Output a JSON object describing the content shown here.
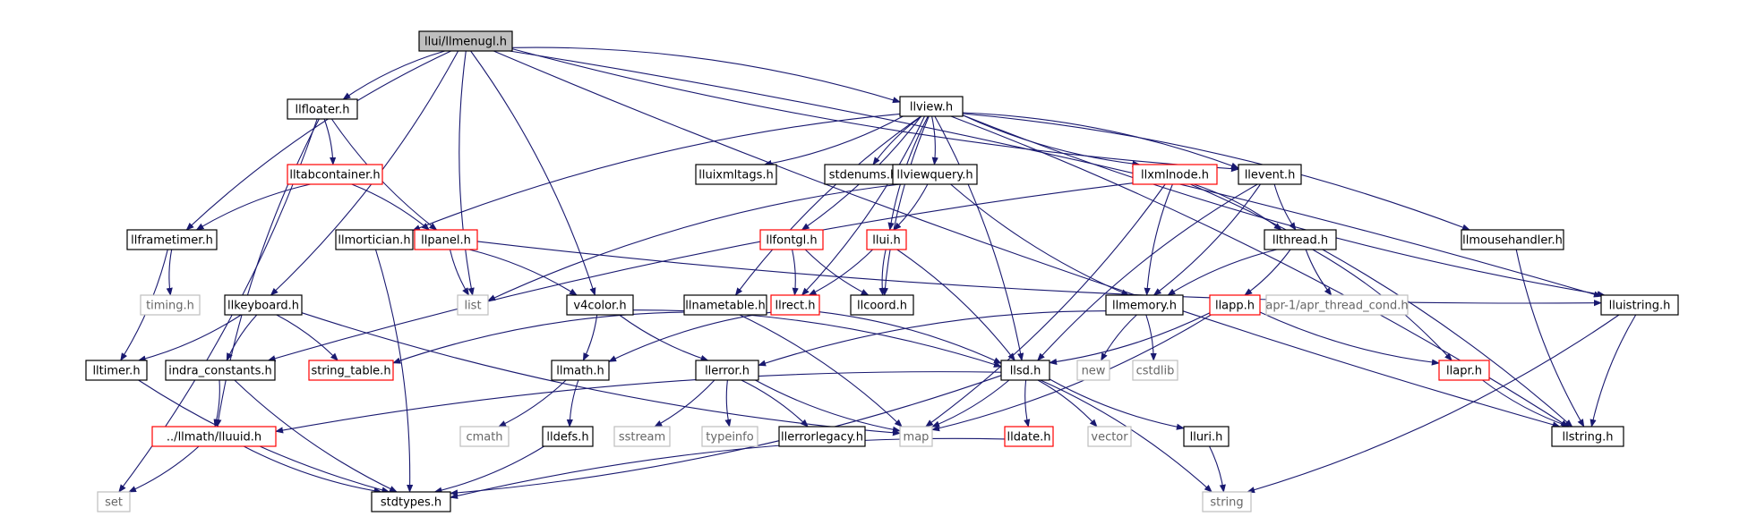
{
  "colors": {
    "edge": "#191970",
    "box_normal": "#000000",
    "box_red": "#ff0000",
    "box_external": "#bfbfbf",
    "root_fill": "#bfbfbf",
    "text_normal": "#000000",
    "text_external": "#666666"
  },
  "nodes": [
    {
      "id": "root",
      "label": "llui/llmenugl.h",
      "kind": "root"
    },
    {
      "id": "llfloater",
      "label": "llfloater.h",
      "kind": "normal"
    },
    {
      "id": "llview",
      "label": "llview.h",
      "kind": "normal"
    },
    {
      "id": "lltabcontainer",
      "label": "lltabcontainer.h",
      "kind": "red"
    },
    {
      "id": "llframetimer",
      "label": "llframetimer.h",
      "kind": "normal"
    },
    {
      "id": "lluixmltags",
      "label": "lluixmltags.h",
      "kind": "normal"
    },
    {
      "id": "stdenums",
      "label": "stdenums.h",
      "kind": "normal"
    },
    {
      "id": "llviewquery",
      "label": "llviewquery.h",
      "kind": "normal"
    },
    {
      "id": "llxmlnode",
      "label": "llxmlnode.h",
      "kind": "red"
    },
    {
      "id": "llevent",
      "label": "llevent.h",
      "kind": "normal"
    },
    {
      "id": "llmortician",
      "label": "llmortician.h",
      "kind": "normal"
    },
    {
      "id": "llpanel",
      "label": "llpanel.h",
      "kind": "red"
    },
    {
      "id": "llfontgl",
      "label": "llfontgl.h",
      "kind": "red"
    },
    {
      "id": "llui",
      "label": "llui.h",
      "kind": "red"
    },
    {
      "id": "llthread",
      "label": "llthread.h",
      "kind": "normal"
    },
    {
      "id": "llmousehandler",
      "label": "llmousehandler.h",
      "kind": "normal"
    },
    {
      "id": "timing",
      "label": "timing.h",
      "kind": "external"
    },
    {
      "id": "llkeyboard",
      "label": "llkeyboard.h",
      "kind": "normal"
    },
    {
      "id": "list",
      "label": "list",
      "kind": "external"
    },
    {
      "id": "v4color",
      "label": "v4color.h",
      "kind": "normal"
    },
    {
      "id": "llnametable",
      "label": "llnametable.h",
      "kind": "normal"
    },
    {
      "id": "llrect",
      "label": "llrect.h",
      "kind": "red"
    },
    {
      "id": "llcoord",
      "label": "llcoord.h",
      "kind": "normal"
    },
    {
      "id": "llmemory",
      "label": "llmemory.h",
      "kind": "normal"
    },
    {
      "id": "llapp",
      "label": "llapp.h",
      "kind": "red"
    },
    {
      "id": "apr_thread_cond",
      "label": "apr-1/apr_thread_cond.h",
      "kind": "external"
    },
    {
      "id": "lluistring",
      "label": "lluistring.h",
      "kind": "normal"
    },
    {
      "id": "lltimer",
      "label": "lltimer.h",
      "kind": "normal"
    },
    {
      "id": "indra_constants",
      "label": "indra_constants.h",
      "kind": "normal"
    },
    {
      "id": "string_table",
      "label": "string_table.h",
      "kind": "red"
    },
    {
      "id": "llmath",
      "label": "llmath.h",
      "kind": "normal"
    },
    {
      "id": "llerror",
      "label": "llerror.h",
      "kind": "normal"
    },
    {
      "id": "llsd",
      "label": "llsd.h",
      "kind": "normal"
    },
    {
      "id": "new",
      "label": "new",
      "kind": "external"
    },
    {
      "id": "cstdlib",
      "label": "cstdlib",
      "kind": "external"
    },
    {
      "id": "llapr",
      "label": "llapr.h",
      "kind": "red"
    },
    {
      "id": "lluuid",
      "label": "../llmath/lluuid.h",
      "kind": "red"
    },
    {
      "id": "cmath",
      "label": "cmath",
      "kind": "external"
    },
    {
      "id": "lldefs",
      "label": "lldefs.h",
      "kind": "normal"
    },
    {
      "id": "sstream",
      "label": "sstream",
      "kind": "external"
    },
    {
      "id": "typeinfo",
      "label": "typeinfo",
      "kind": "external"
    },
    {
      "id": "llerrorlegacy",
      "label": "llerrorlegacy.h",
      "kind": "normal"
    },
    {
      "id": "map",
      "label": "map",
      "kind": "external"
    },
    {
      "id": "lldate",
      "label": "lldate.h",
      "kind": "red"
    },
    {
      "id": "vector",
      "label": "vector",
      "kind": "external"
    },
    {
      "id": "lluri",
      "label": "lluri.h",
      "kind": "normal"
    },
    {
      "id": "llstring",
      "label": "llstring.h",
      "kind": "normal"
    },
    {
      "id": "set",
      "label": "set",
      "kind": "external"
    },
    {
      "id": "stdtypes",
      "label": "stdtypes.h",
      "kind": "normal"
    },
    {
      "id": "string",
      "label": "string",
      "kind": "external"
    }
  ],
  "edges": [
    [
      "root",
      "llfloater"
    ],
    [
      "root",
      "llview"
    ],
    [
      "root",
      "llframetimer"
    ],
    [
      "root",
      "llkeyboard"
    ],
    [
      "root",
      "list"
    ],
    [
      "root",
      "v4color"
    ],
    [
      "root",
      "llevent"
    ],
    [
      "root",
      "lluistring"
    ],
    [
      "root",
      "llstring"
    ],
    [
      "llfloater",
      "lltabcontainer"
    ],
    [
      "llfloater",
      "llpanel"
    ],
    [
      "llfloater",
      "set"
    ],
    [
      "llfloater",
      "lluuid"
    ],
    [
      "lltabcontainer",
      "llpanel"
    ],
    [
      "lltabcontainer",
      "llframetimer"
    ],
    [
      "llview",
      "lluixmltags"
    ],
    [
      "llview",
      "stdenums"
    ],
    [
      "llview",
      "llviewquery"
    ],
    [
      "llview",
      "llxmlnode"
    ],
    [
      "llview",
      "llevent"
    ],
    [
      "llview",
      "llmortician"
    ],
    [
      "llview",
      "llfontgl"
    ],
    [
      "llview",
      "llui"
    ],
    [
      "llview",
      "llmousehandler"
    ],
    [
      "llview",
      "llnametable"
    ],
    [
      "llview",
      "llrect"
    ],
    [
      "llview",
      "llcoord"
    ],
    [
      "llview",
      "llsd"
    ],
    [
      "llview",
      "lluistring"
    ],
    [
      "llview",
      "llstring"
    ],
    [
      "llframetimer",
      "timing"
    ],
    [
      "llframetimer",
      "lltimer"
    ],
    [
      "llviewquery",
      "list"
    ],
    [
      "llviewquery",
      "llui"
    ],
    [
      "llviewquery",
      "llmemory"
    ],
    [
      "llxmlnode",
      "llthread"
    ],
    [
      "llxmlnode",
      "llmemory"
    ],
    [
      "llxmlnode",
      "map"
    ],
    [
      "llxmlnode",
      "indra_constants"
    ],
    [
      "llxmlnode",
      "llstring"
    ],
    [
      "llevent",
      "llthread"
    ],
    [
      "llevent",
      "llmemory"
    ],
    [
      "llevent",
      "llsd"
    ],
    [
      "llmortician",
      "stdtypes"
    ],
    [
      "llpanel",
      "list"
    ],
    [
      "llpanel",
      "v4color"
    ],
    [
      "llpanel",
      "lluistring"
    ],
    [
      "llfontgl",
      "llrect"
    ],
    [
      "llfontgl",
      "llcoord"
    ],
    [
      "llui",
      "llrect"
    ],
    [
      "llui",
      "llcoord"
    ],
    [
      "llui",
      "llsd"
    ],
    [
      "llthread",
      "llmemory"
    ],
    [
      "llthread",
      "llapp"
    ],
    [
      "llthread",
      "apr_thread_cond"
    ],
    [
      "llthread",
      "llapr"
    ],
    [
      "llmousehandler",
      "llstring"
    ],
    [
      "llkeyboard",
      "lltimer"
    ],
    [
      "llkeyboard",
      "indra_constants"
    ],
    [
      "llkeyboard",
      "string_table"
    ],
    [
      "llkeyboard",
      "map"
    ],
    [
      "v4color",
      "llmath"
    ],
    [
      "v4color",
      "llerror"
    ],
    [
      "v4color",
      "llsd"
    ],
    [
      "llnametable",
      "string_table"
    ],
    [
      "llnametable",
      "map"
    ],
    [
      "llrect",
      "llmath"
    ],
    [
      "llrect",
      "llsd"
    ],
    [
      "llmemory",
      "new"
    ],
    [
      "llmemory",
      "cstdlib"
    ],
    [
      "llmemory",
      "llerror"
    ],
    [
      "llapp",
      "llsd"
    ],
    [
      "llapp",
      "llapr"
    ],
    [
      "llapp",
      "map"
    ],
    [
      "lluistring",
      "llstring"
    ],
    [
      "lluistring",
      "string"
    ],
    [
      "lltimer",
      "stdtypes"
    ],
    [
      "indra_constants",
      "lluuid"
    ],
    [
      "indra_constants",
      "stdtypes"
    ],
    [
      "llmath",
      "cmath"
    ],
    [
      "llmath",
      "lldefs"
    ],
    [
      "llerror",
      "sstream"
    ],
    [
      "llerror",
      "typeinfo"
    ],
    [
      "llerror",
      "llerrorlegacy"
    ],
    [
      "llerror",
      "map"
    ],
    [
      "llsd",
      "map"
    ],
    [
      "llsd",
      "lldate"
    ],
    [
      "llsd",
      "vector"
    ],
    [
      "llsd",
      "lluri"
    ],
    [
      "llsd",
      "string"
    ],
    [
      "llsd",
      "lluuid"
    ],
    [
      "llsd",
      "stdtypes"
    ],
    [
      "llapr",
      "llstring"
    ],
    [
      "lluuid",
      "set"
    ],
    [
      "lluuid",
      "stdtypes"
    ],
    [
      "lldefs",
      "stdtypes"
    ],
    [
      "lldate",
      "stdtypes"
    ],
    [
      "lluri",
      "string"
    ]
  ]
}
